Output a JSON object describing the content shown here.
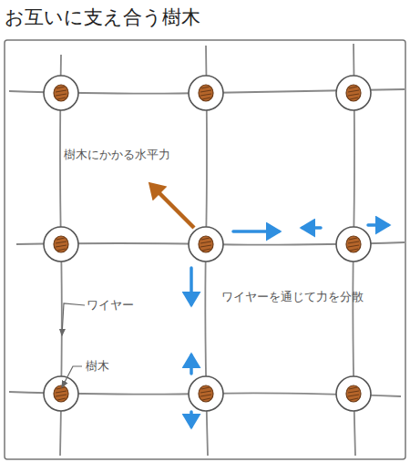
{
  "diagram": {
    "title": "お互いに支え合う樹木",
    "labels": [
      "樹木にかかる水平力",
      "ワイヤーを通じて力を分散",
      "ワイヤー",
      "樹木"
    ]
  }
}
